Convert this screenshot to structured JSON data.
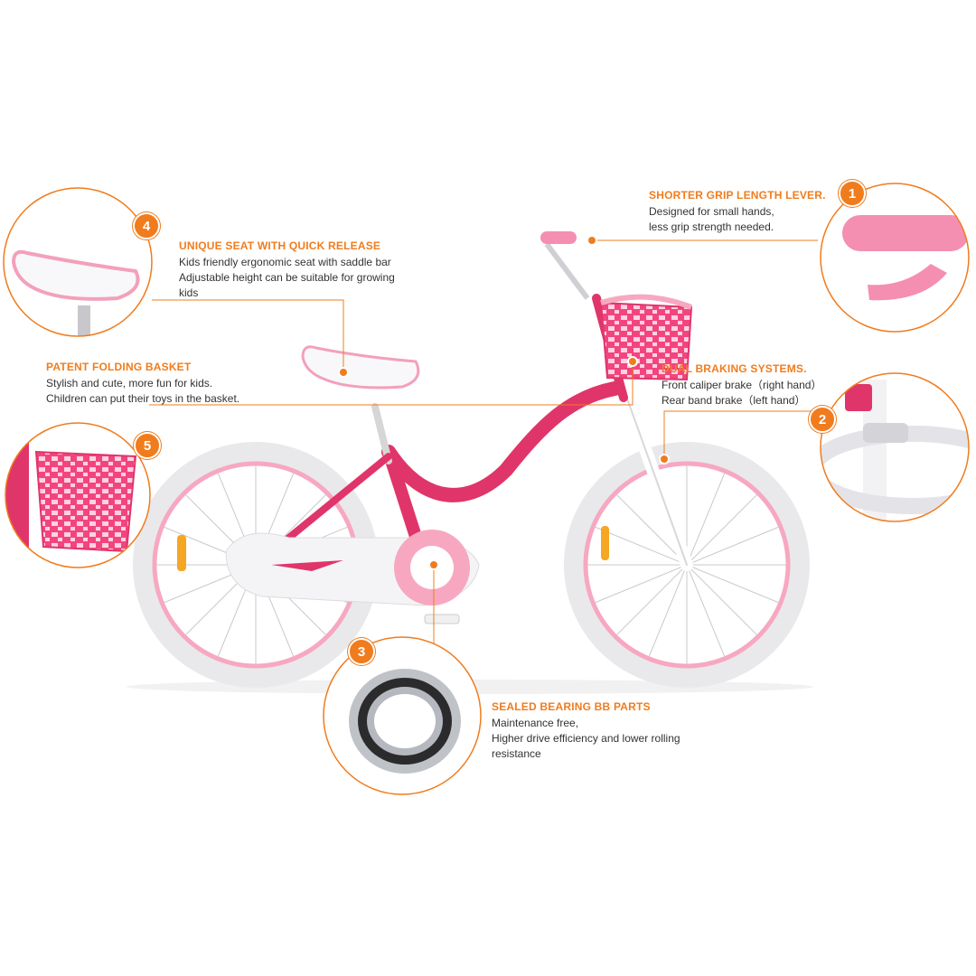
{
  "colors": {
    "accent": "#f07c1e",
    "frame": "#e0356a",
    "pink_light": "#f7a8c0",
    "tire": "#e9e9ec",
    "text": "#333333"
  },
  "features": [
    {
      "number": "1",
      "title": "SHORTER GRIP LENGTH LEVER.",
      "lines": [
        "Designed for small hands,",
        "less grip strength needed."
      ]
    },
    {
      "number": "2",
      "title": "DUAL BRAKING SYSTEMS.",
      "lines": [
        "Front caliper brake（right hand）",
        "Rear band brake（left hand）"
      ]
    },
    {
      "number": "3",
      "title": "SEALED BEARING BB PARTS",
      "lines": [
        "Maintenance free,",
        "Higher drive efficiency and lower rolling",
        "resistance"
      ]
    },
    {
      "number": "4",
      "title": "UNIQUE SEAT WITH QUICK RELEASE",
      "lines": [
        "Kids friendly ergonomic seat with saddle bar",
        "Adjustable height can be suitable for growing",
        "kids"
      ]
    },
    {
      "number": "5",
      "title": "PATENT FOLDING BASKET",
      "lines": [
        "Stylish and cute, more fun for kids.",
        "Children can put their toys in the basket."
      ]
    }
  ]
}
